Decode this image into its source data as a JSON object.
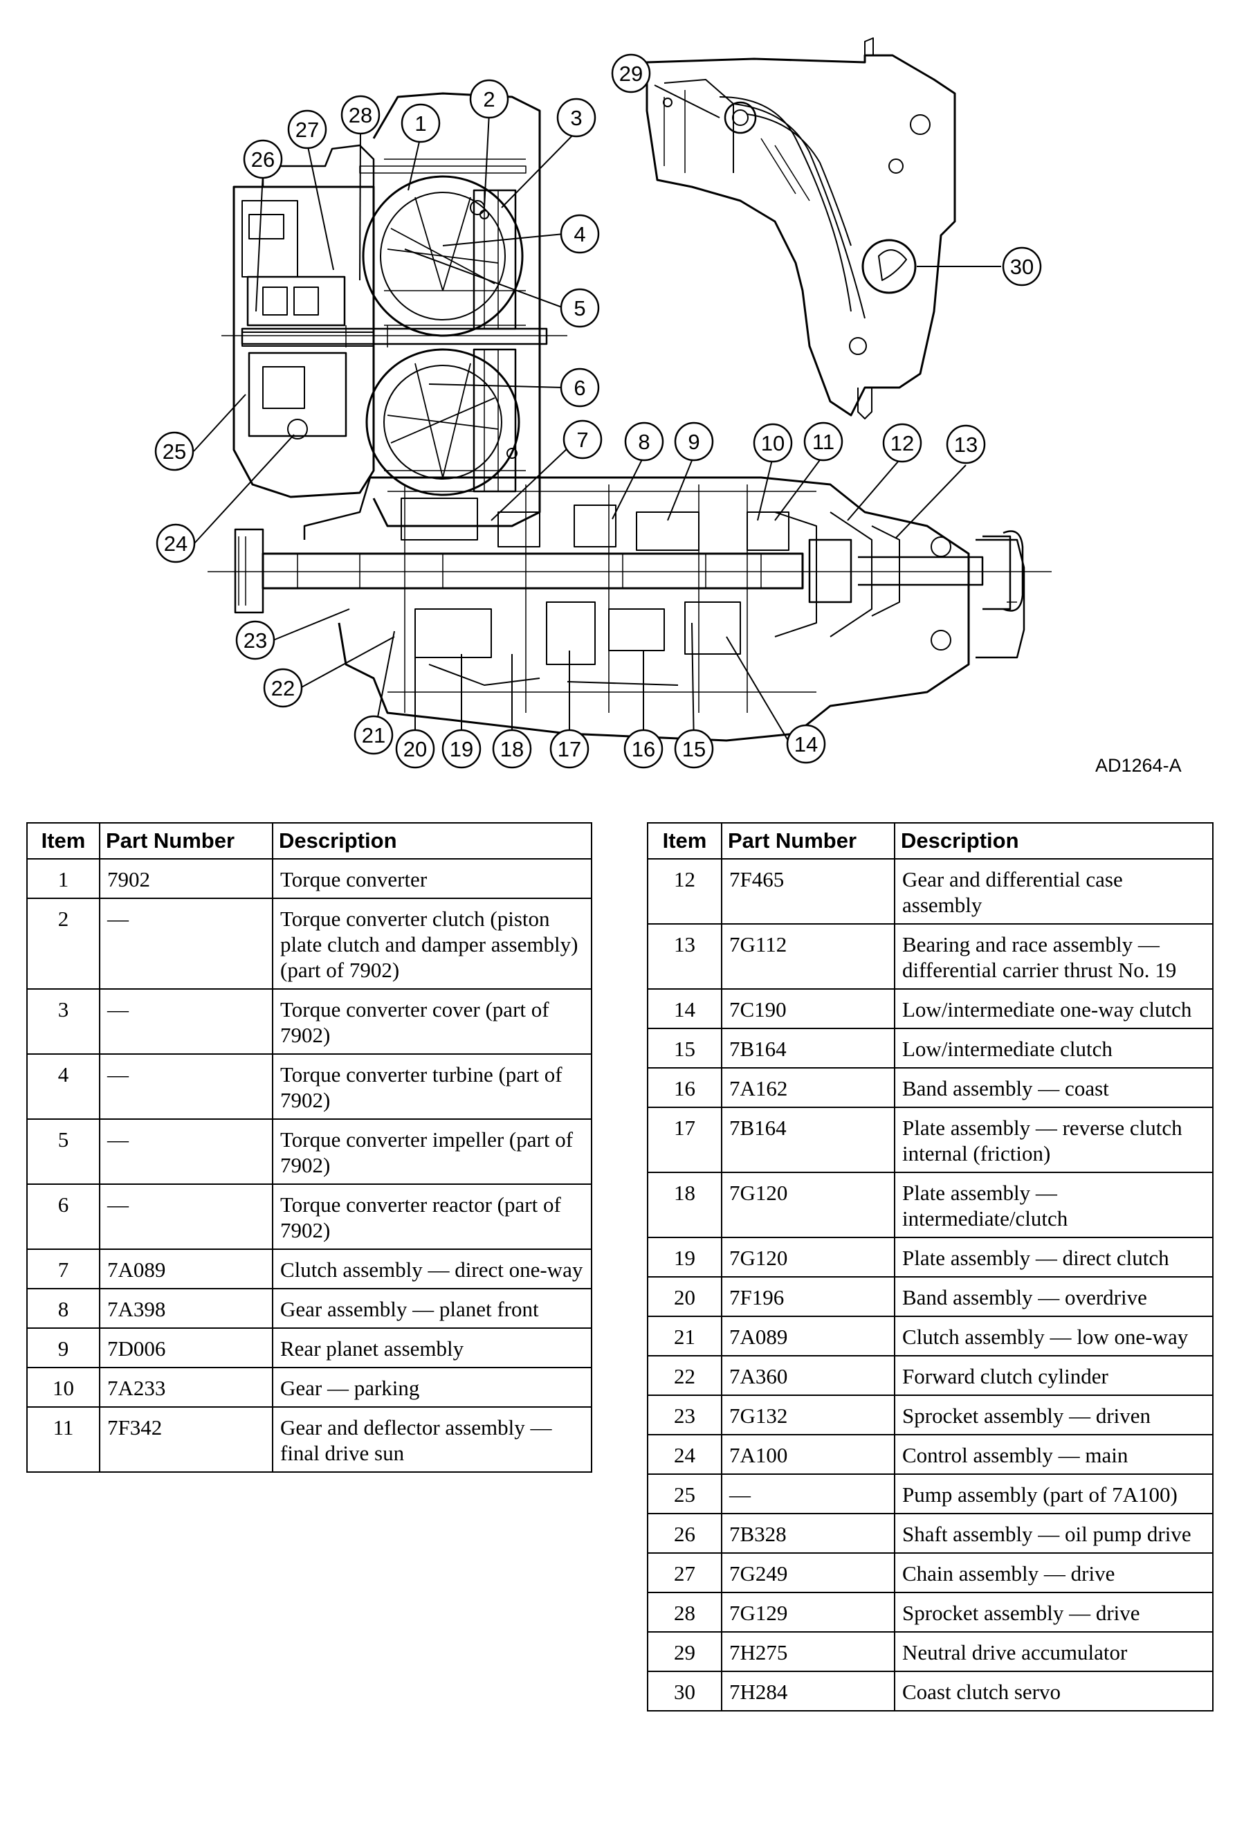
{
  "figure": {
    "id": "AD1264-A",
    "callouts": [
      "1",
      "2",
      "3",
      "4",
      "5",
      "6",
      "7",
      "8",
      "9",
      "10",
      "11",
      "12",
      "13",
      "14",
      "15",
      "16",
      "17",
      "18",
      "19",
      "20",
      "21",
      "22",
      "23",
      "24",
      "25",
      "26",
      "27",
      "28",
      "29",
      "30"
    ]
  },
  "tables": {
    "headers": {
      "item": "Item",
      "part": "Part Number",
      "desc": "Description"
    },
    "left": [
      {
        "item": "1",
        "part": "7902",
        "desc": "Torque converter"
      },
      {
        "item": "2",
        "part": "—",
        "desc": "Torque converter clutch (piston plate clutch and damper assembly) (part of 7902)"
      },
      {
        "item": "3",
        "part": "—",
        "desc": "Torque converter cover (part of 7902)"
      },
      {
        "item": "4",
        "part": "—",
        "desc": "Torque converter turbine (part of 7902)"
      },
      {
        "item": "5",
        "part": "—",
        "desc": "Torque converter impeller (part of 7902)"
      },
      {
        "item": "6",
        "part": "—",
        "desc": "Torque converter reactor (part of 7902)"
      },
      {
        "item": "7",
        "part": "7A089",
        "desc": "Clutch assembly — direct one-way"
      },
      {
        "item": "8",
        "part": "7A398",
        "desc": "Gear assembly — planet front"
      },
      {
        "item": "9",
        "part": "7D006",
        "desc": "Rear planet assembly"
      },
      {
        "item": "10",
        "part": "7A233",
        "desc": "Gear — parking"
      },
      {
        "item": "11",
        "part": "7F342",
        "desc": "Gear and deflector assembly — final drive sun"
      }
    ],
    "right": [
      {
        "item": "12",
        "part": "7F465",
        "desc": "Gear and differential case assembly"
      },
      {
        "item": "13",
        "part": "7G112",
        "desc": "Bearing and race assembly — differential carrier thrust No. 19"
      },
      {
        "item": "14",
        "part": "7C190",
        "desc": "Low/intermediate one-way clutch"
      },
      {
        "item": "15",
        "part": "7B164",
        "desc": "Low/intermediate clutch"
      },
      {
        "item": "16",
        "part": "7A162",
        "desc": "Band assembly — coast"
      },
      {
        "item": "17",
        "part": "7B164",
        "desc": "Plate assembly — reverse clutch internal (friction)"
      },
      {
        "item": "18",
        "part": "7G120",
        "desc": "Plate assembly — intermediate/clutch"
      },
      {
        "item": "19",
        "part": "7G120",
        "desc": "Plate assembly — direct clutch"
      },
      {
        "item": "20",
        "part": "7F196",
        "desc": "Band assembly — overdrive"
      },
      {
        "item": "21",
        "part": "7A089",
        "desc": "Clutch assembly — low one-way"
      },
      {
        "item": "22",
        "part": "7A360",
        "desc": "Forward clutch cylinder"
      },
      {
        "item": "23",
        "part": "7G132",
        "desc": "Sprocket assembly — driven"
      },
      {
        "item": "24",
        "part": "7A100",
        "desc": "Control assembly — main"
      },
      {
        "item": "25",
        "part": "—",
        "desc": "Pump assembly (part of 7A100)"
      },
      {
        "item": "26",
        "part": "7B328",
        "desc": "Shaft assembly — oil pump drive"
      },
      {
        "item": "27",
        "part": "7G249",
        "desc": "Chain assembly — drive"
      },
      {
        "item": "28",
        "part": "7G129",
        "desc": "Sprocket assembly — drive"
      },
      {
        "item": "29",
        "part": "7H275",
        "desc": "Neutral drive accumulator"
      },
      {
        "item": "30",
        "part": "7H284",
        "desc": "Coast clutch servo"
      }
    ]
  }
}
